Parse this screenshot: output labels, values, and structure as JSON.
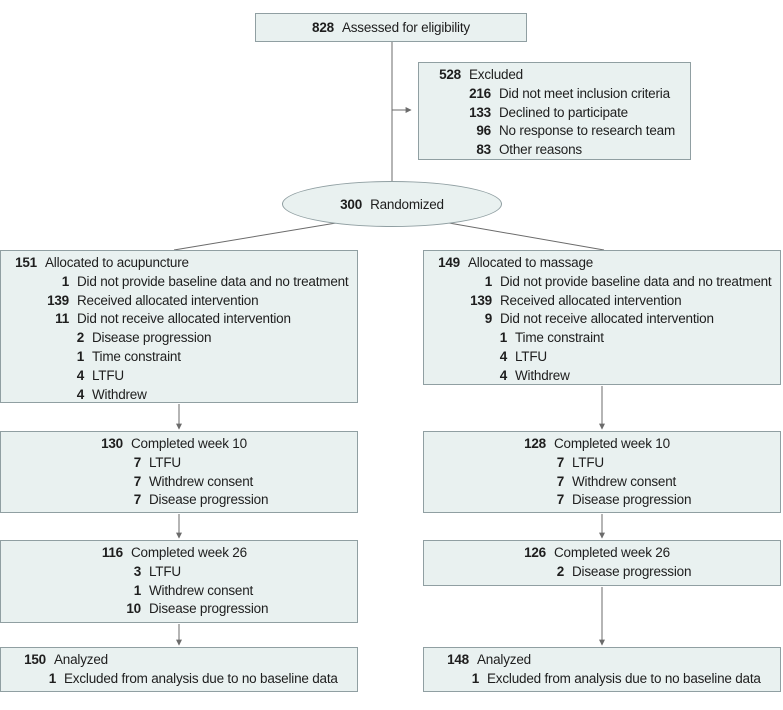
{
  "figure_type": "consort-flow-diagram",
  "colors": {
    "box_fill": "#e9f1f0",
    "box_border": "#909fa2",
    "connector": "#6b6b6b",
    "text": "#1e1e1e"
  },
  "nodes": {
    "assessed": {
      "shape": "rect",
      "lines": [
        {
          "n": "828",
          "t": "Assessed for eligibility",
          "level": 0
        }
      ]
    },
    "excluded": {
      "shape": "rect",
      "lines": [
        {
          "n": "528",
          "t": "Excluded",
          "level": 0
        },
        {
          "n": "216",
          "t": "Did not meet inclusion criteria",
          "level": 1
        },
        {
          "n": "133",
          "t": "Declined to participate",
          "level": 1
        },
        {
          "n": "96",
          "t": "No response to research team",
          "level": 1
        },
        {
          "n": "83",
          "t": "Other reasons",
          "level": 1
        }
      ]
    },
    "randomized": {
      "shape": "ellipse",
      "lines": [
        {
          "n": "300",
          "t": "Randomized",
          "level": 0
        }
      ]
    },
    "alloc_acupuncture": {
      "shape": "rect",
      "lines": [
        {
          "n": "151",
          "t": "Allocated to acupuncture",
          "level": 0
        },
        {
          "n": "1",
          "t": "Did not provide baseline data and no treatment",
          "level": 1
        },
        {
          "n": "139",
          "t": "Received allocated intervention",
          "level": 1
        },
        {
          "n": "11",
          "t": "Did not receive allocated intervention",
          "level": 1
        },
        {
          "n": "2",
          "t": "Disease progression",
          "level": 2
        },
        {
          "n": "1",
          "t": "Time constraint",
          "level": 2
        },
        {
          "n": "4",
          "t": "LTFU",
          "level": 2
        },
        {
          "n": "4",
          "t": "Withdrew",
          "level": 2
        }
      ]
    },
    "alloc_massage": {
      "shape": "rect",
      "lines": [
        {
          "n": "149",
          "t": "Allocated to massage",
          "level": 0
        },
        {
          "n": "1",
          "t": "Did not provide baseline data and no treatment",
          "level": 1
        },
        {
          "n": "139",
          "t": "Received allocated intervention",
          "level": 1
        },
        {
          "n": "9",
          "t": "Did not receive allocated intervention",
          "level": 1
        },
        {
          "n": "1",
          "t": "Time constraint",
          "level": 2
        },
        {
          "n": "4",
          "t": "LTFU",
          "level": 2
        },
        {
          "n": "4",
          "t": "Withdrew",
          "level": 2
        }
      ]
    },
    "week10_acupuncture": {
      "shape": "rect",
      "lines": [
        {
          "n": "130",
          "t": "Completed week 10",
          "level": 0
        },
        {
          "n": "7",
          "t": "LTFU",
          "level": 1
        },
        {
          "n": "7",
          "t": "Withdrew consent",
          "level": 1
        },
        {
          "n": "7",
          "t": "Disease progression",
          "level": 1
        }
      ]
    },
    "week10_massage": {
      "shape": "rect",
      "lines": [
        {
          "n": "128",
          "t": "Completed week 10",
          "level": 0
        },
        {
          "n": "7",
          "t": "LTFU",
          "level": 1
        },
        {
          "n": "7",
          "t": "Withdrew consent",
          "level": 1
        },
        {
          "n": "7",
          "t": "Disease progression",
          "level": 1
        }
      ]
    },
    "week26_acupuncture": {
      "shape": "rect",
      "lines": [
        {
          "n": "116",
          "t": "Completed week 26",
          "level": 0
        },
        {
          "n": "3",
          "t": "LTFU",
          "level": 1
        },
        {
          "n": "1",
          "t": "Withdrew consent",
          "level": 1
        },
        {
          "n": "10",
          "t": "Disease progression",
          "level": 1
        }
      ]
    },
    "week26_massage": {
      "shape": "rect",
      "lines": [
        {
          "n": "126",
          "t": "Completed week 26",
          "level": 0
        },
        {
          "n": "2",
          "t": "Disease progression",
          "level": 1
        }
      ]
    },
    "analyzed_acupuncture": {
      "shape": "rect",
      "lines": [
        {
          "n": "150",
          "t": "Analyzed",
          "level": 0
        },
        {
          "n": "1",
          "t": "Excluded from analysis due to no baseline data",
          "level": 1
        }
      ]
    },
    "analyzed_massage": {
      "shape": "rect",
      "lines": [
        {
          "n": "148",
          "t": "Analyzed",
          "level": 0
        },
        {
          "n": "1",
          "t": "Excluded from analysis due to no baseline data",
          "level": 1
        }
      ]
    }
  }
}
